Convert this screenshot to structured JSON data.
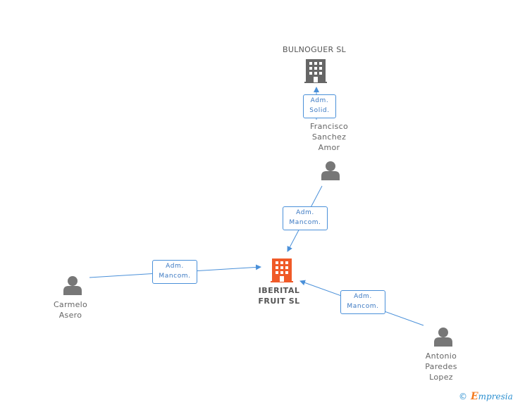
{
  "companies": {
    "top": {
      "name": "BULNOGUER SL",
      "icon": "building-icon",
      "color": "#666666"
    },
    "center": {
      "line1": "IBERITAL",
      "line2": "FRUIT SL",
      "icon": "building-icon",
      "color": "#f05a28"
    }
  },
  "persons": {
    "francisco": {
      "line1": "Francisco",
      "line2": "Sanchez",
      "line3": "Amor",
      "icon": "person-icon"
    },
    "carmelo": {
      "line1": "Carmelo",
      "line2": "Asero",
      "icon": "person-icon"
    },
    "antonio": {
      "line1": "Antonio",
      "line2": "Paredes",
      "line3": "Lopez",
      "icon": "person-icon"
    }
  },
  "relations": [
    {
      "id": "francisco-bulnoguer",
      "line1": "Adm.",
      "line2": "Solid."
    },
    {
      "id": "francisco-iberital",
      "line1": "Adm.",
      "line2": "Mancom."
    },
    {
      "id": "carmelo-iberital",
      "line1": "Adm.",
      "line2": "Mancom."
    },
    {
      "id": "antonio-iberital",
      "line1": "Adm.",
      "line2": "Mancom."
    }
  ],
  "footer": {
    "copyright": "©",
    "brand_first": "E",
    "brand_rest": "mpresia"
  },
  "colors": {
    "edge": "#4a90d9",
    "person": "#777777",
    "building_gray": "#666666",
    "building_orange": "#f05a28"
  }
}
